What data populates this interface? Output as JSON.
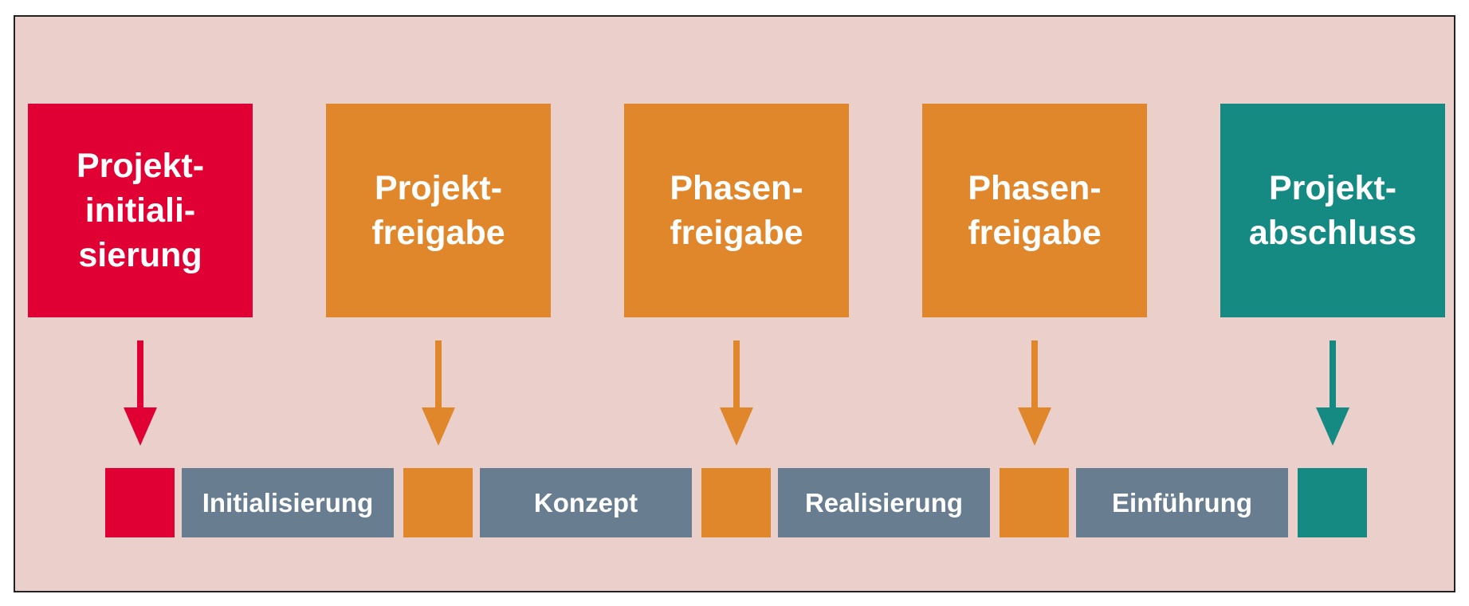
{
  "colors": {
    "background": "#EBCFCA",
    "start": "#E00034",
    "gate": "#E0872C",
    "end": "#148A82",
    "phase": "#697D91"
  },
  "milestones": [
    {
      "label": "Projekt-\ninitiali-\nsierung",
      "kind": "start"
    },
    {
      "label": "Projekt-\nfreigabe",
      "kind": "gate"
    },
    {
      "label": "Phasen-\nfreigabe",
      "kind": "gate"
    },
    {
      "label": "Phasen-\nfreigabe",
      "kind": "gate"
    },
    {
      "label": "Projekt-\nabschluss",
      "kind": "end"
    }
  ],
  "phases": [
    {
      "label": "Initialisierung"
    },
    {
      "label": "Konzept"
    },
    {
      "label": "Realisierung"
    },
    {
      "label": "Einführung"
    }
  ]
}
